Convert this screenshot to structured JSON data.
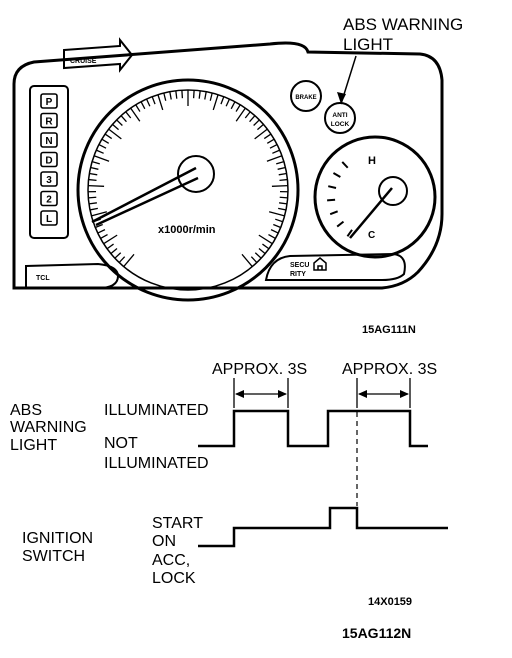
{
  "cluster": {
    "callout": [
      "ABS WARNING",
      "LIGHT"
    ],
    "cruise_label": "CRUISE",
    "gear_positions": [
      "P",
      "R",
      "N",
      "D",
      "3",
      "2",
      "L"
    ],
    "tachometer_unit": "x1000r/min",
    "brake_lamp": "BRAKE",
    "anti_lock_lamp": [
      "ANTI",
      "LOCK"
    ],
    "gauge_marks": {
      "hot": "H",
      "cold": "C"
    },
    "security_lamp": [
      "SECU",
      "RITY"
    ],
    "tcl_label": "TCL",
    "figure_code": "15AG111N"
  },
  "timing": {
    "approx_labels": [
      "APPROX. 3S",
      "APPROX. 3S"
    ],
    "abs_label": [
      "ABS",
      "WARNING",
      "LIGHT"
    ],
    "illuminated": "ILLUMINATED",
    "not_illuminated": [
      "NOT",
      "ILLUMINATED"
    ],
    "ignition_label": [
      "IGNITION",
      "SWITCH"
    ],
    "ignition_states": [
      "START",
      "ON",
      "ACC,",
      "LOCK"
    ],
    "ref_code": "14X0159",
    "figure_code": "15AG112N"
  }
}
